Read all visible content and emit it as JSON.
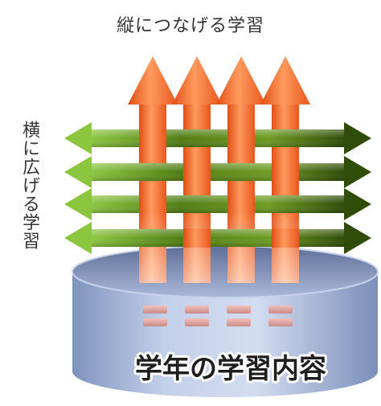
{
  "labels": {
    "vertical_learning": "縦につなげる学習",
    "horizontal_learning": "横に広げる学習",
    "base_content": "学年の学習内容"
  },
  "colors": {
    "vertical_arrow": "#f26b2a",
    "horizontal_arrow": "#6a9a1c",
    "base_cylinder": "#9fb1d6",
    "text": "#333333"
  },
  "icons": {
    "vertical_arrows": "orange-up-arrow",
    "horizontal_arrows": "green-double-arrow",
    "base": "cylinder"
  }
}
